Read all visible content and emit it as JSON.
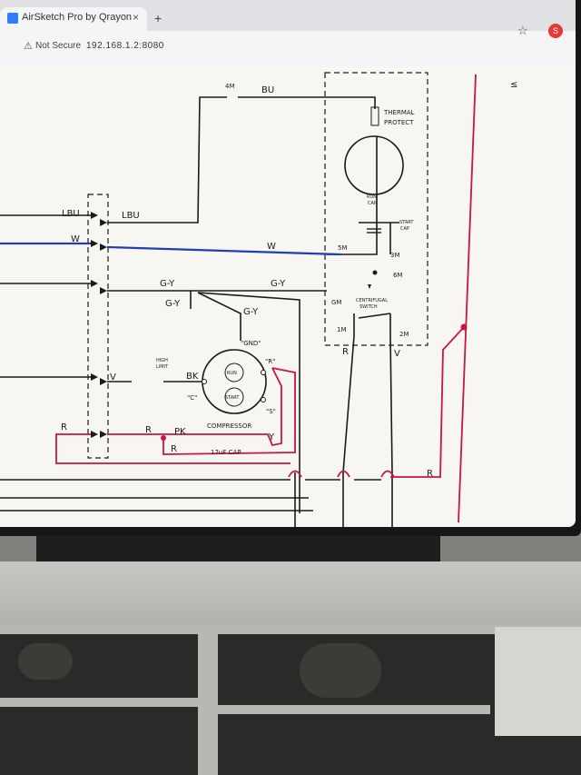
{
  "browser": {
    "tab_title": "AirSketch Pro by Qrayon",
    "tab_close": "×",
    "new_tab": "+",
    "security_label": "Not Secure",
    "url": "192.168.1.2:8080",
    "profile_initial": "S"
  },
  "diagram": {
    "wire_labels": {
      "lbu_left": "LBU",
      "lbu_right": "LBU",
      "w_left": "W",
      "w_right": "W",
      "gy_top": "G-Y",
      "gy_right": "G-Y",
      "gy_ground": "G-Y",
      "gy_down": "G-Y",
      "v_left": "V",
      "r_left": "R",
      "r_mid": "R",
      "r_bottom": "R",
      "r_switch": "R",
      "r_right": "R",
      "v_switch": "V",
      "pk": "PK",
      "y": "Y",
      "bk": "BK",
      "bu": "BU",
      "four_m": "4M",
      "five_m": "5M",
      "three_m": "3M",
      "six_m": "6M",
      "one_m": "1M",
      "two_m": "2M",
      "gm": "GM",
      "gnd": "\"GND\"",
      "r_term": "\"R\"",
      "c_term": "\"C\"",
      "s_term": "\"S\""
    },
    "components": {
      "thermal_protect_1": "THERMAL",
      "thermal_protect_2": "PROTECT",
      "centrifugal_1": "CENTRIFUGAL",
      "centrifugal_2": "SWITCH",
      "run_cap_1": "RUN",
      "run_cap_2": "CAP",
      "start_cap_1": "START",
      "start_cap_2": "CAP",
      "high_limit_1": "HIGH",
      "high_limit_2": "LIMIT",
      "compressor": "COMPRESSOR",
      "cap_17uf": "17uF CAP",
      "run_label": "RUN",
      "start_label": "START",
      "side_mark": "≤"
    },
    "colors": {
      "wire_black": "#1a1a1a",
      "wire_blue": "#1f3fb0",
      "wire_red": "#c8163c"
    }
  }
}
